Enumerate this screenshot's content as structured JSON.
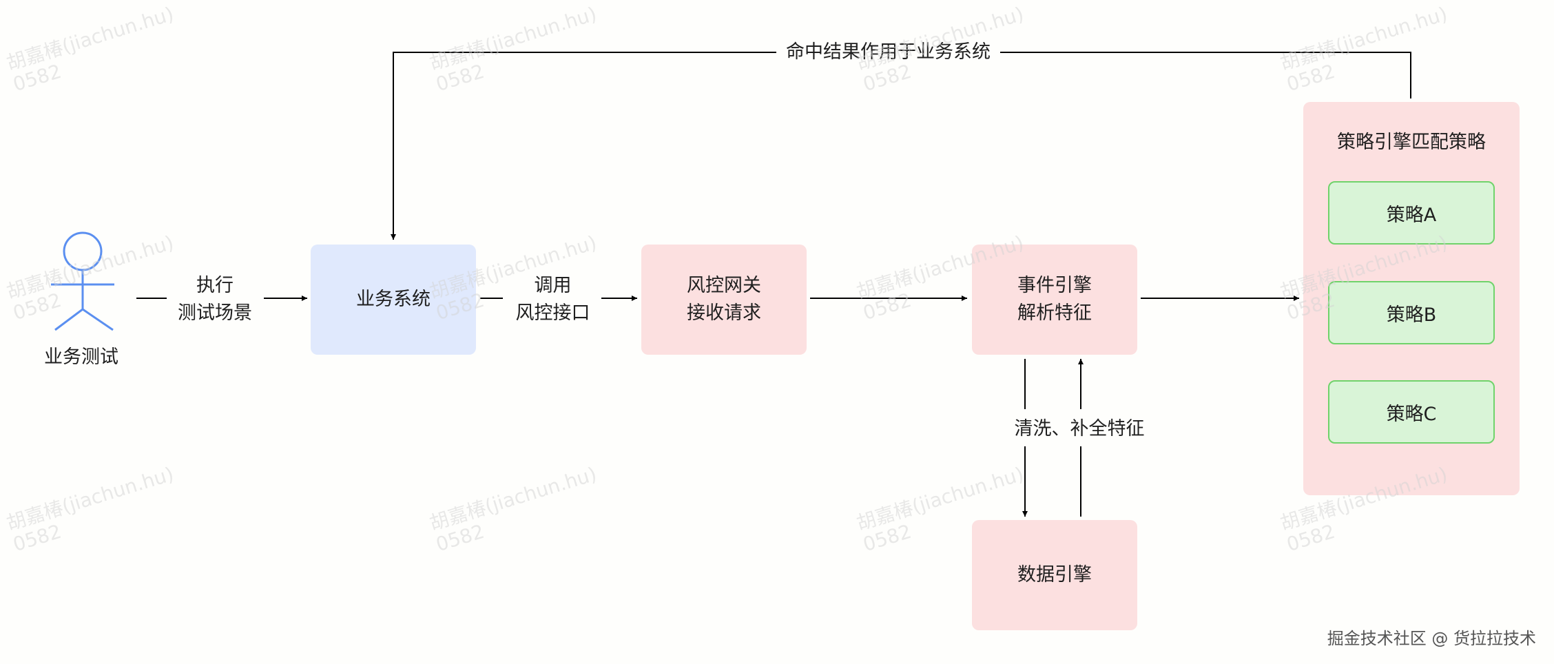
{
  "actor": {
    "name": "业务测试"
  },
  "edge_labels": {
    "execute": "执行\n测试场景",
    "invoke": "调用\n风控接口",
    "clean": "清洗、补全特征",
    "feedback": "命中结果作用于业务系统"
  },
  "nodes": {
    "business_system": "业务系统",
    "risk_gateway": "风控网关\n接收请求",
    "event_engine": "事件引擎\n解析特征",
    "data_engine": "数据引擎"
  },
  "strategy_engine": {
    "title": "策略引擎匹配策略",
    "strategies": [
      "策略A",
      "策略B",
      "策略C"
    ]
  },
  "watermark": "胡嘉椿(jiachun.hu)\n0582",
  "footer": "掘金技术社区 @ 货拉拉技术",
  "colors": {
    "actor": "#5b8ff0",
    "business_system_fill": "#e0e9fd",
    "risk_fill": "#fce0e0",
    "strategy_fill": "#d9f4d7",
    "strategy_border": "#6fd36a",
    "line": "#000000"
  }
}
